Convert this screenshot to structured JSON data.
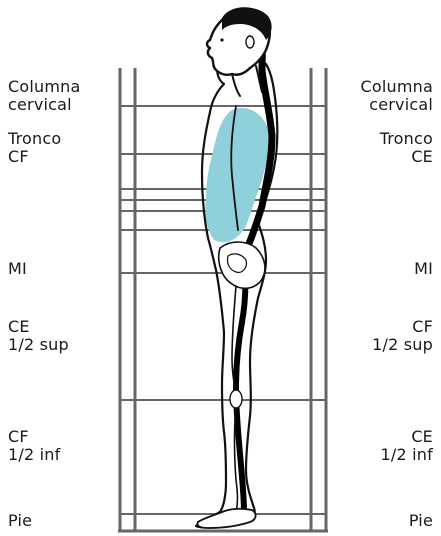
{
  "diagram": {
    "left_labels": [
      {
        "line1": "Columna",
        "line2": "cervical"
      },
      {
        "line1": "Tronco",
        "line2": "CF"
      },
      {
        "line1": "MI",
        "line2": ""
      },
      {
        "line1": "CE",
        "line2": "1/2 sup"
      },
      {
        "line1": "CF",
        "line2": "1/2 inf"
      },
      {
        "line1": "Pie",
        "line2": ""
      }
    ],
    "right_labels": [
      {
        "line1": "Columna",
        "line2": "cervical"
      },
      {
        "line1": "Tronco",
        "line2": "CE"
      },
      {
        "line1": "MI",
        "line2": ""
      },
      {
        "line1": "CF",
        "line2": "1/2 sup"
      },
      {
        "line1": "CE",
        "line2": "1/2 inf"
      },
      {
        "line1": "Pie",
        "line2": ""
      }
    ],
    "colors": {
      "frame": "#666666",
      "trunk_fill": "#8fd0da",
      "body_outline": "#111111",
      "spine": "#000000"
    }
  }
}
